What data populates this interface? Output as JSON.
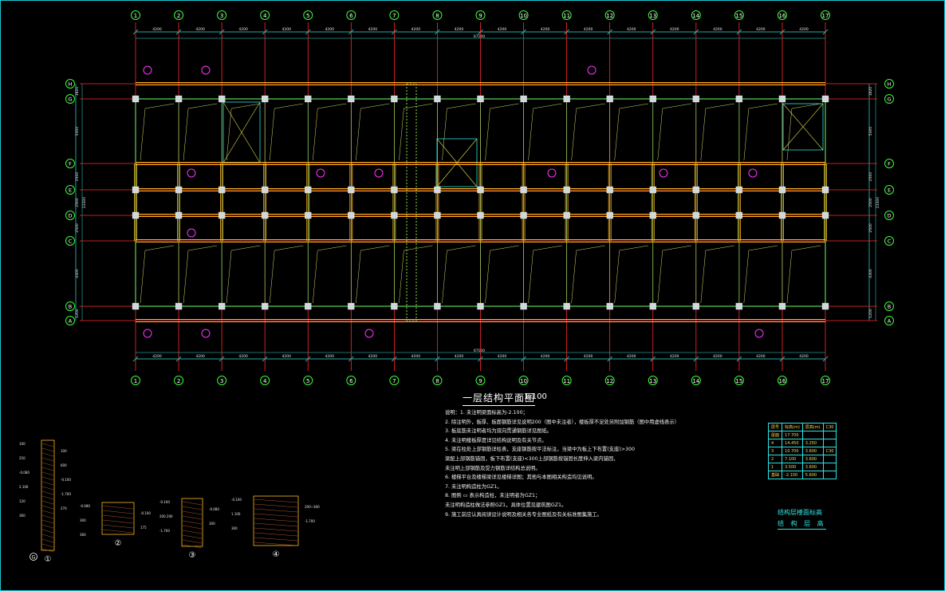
{
  "grid": {
    "cols": [
      "1",
      "2",
      "3",
      "4",
      "5",
      "6",
      "7",
      "8",
      "9",
      "10",
      "11",
      "12",
      "13",
      "14",
      "15",
      "16",
      "17"
    ],
    "rows": [
      "H",
      "G",
      "F",
      "E",
      "D",
      "C",
      "B",
      "A"
    ],
    "spans": [
      "4200",
      "4200",
      "4200",
      "4200",
      "4200",
      "4200",
      "4200",
      "4200",
      "4200",
      "4200",
      "4200",
      "4200",
      "4200",
      "4200",
      "4200",
      "4200"
    ],
    "total": "67100",
    "left_dims": [
      "1820",
      "5300",
      "2500",
      "2500",
      "2500",
      "4300",
      "1200"
    ],
    "left_total": "23300"
  },
  "title": "一层结构平面图",
  "scale": "1:100",
  "notes": [
    "说明：1. 未注明梁面标高为-2.100；",
    "2. 除注明外，板厚、板面钢筋详见说明200（图中未注者），楼板厚不足处另附加钢筋（图中用虚线表示）。",
    "3. 板底筋未注明者均为双向贯通钢筋详见图纸。",
    "4. 未注明楼板厚度详见结构说明及有关节点。",
    "5. 梁在柱处上部钢筋详柱表，支座钢筋按平法标注，当梁中为板上下布置(支座)>300",
    "   梁配上部钢筋锚固，板下布置(支座)<300上部钢筋按锚固长度伸入梁内锚固，",
    "   未注明上部钢筋及受力钢筋详结构总说明。",
    "6. 楼梯平台及楼梯梁详见楼梯详图；其他与本图相关构造均见说明。",
    "7. 未注明构造柱为GZ1。",
    "8. 图例 ▭ 表示构造柱，未注明者为GZ1；",
    "   未注明构造柱做法参照GZ1，具体位置见建筑图GZ1。",
    "9. 施工前应认真阅读设计说明及相关各专业图纸及有关标准图集施工。"
  ],
  "legend": {
    "head": [
      "层号",
      "标高(m)",
      "层高(m)"
    ],
    "rows": [
      [
        "屋面",
        "17.700",
        ""
      ],
      [
        "4",
        "14.450",
        "3.250"
      ],
      [
        "3",
        "10.700",
        "3.600"
      ],
      [
        "2",
        "7.100",
        "3.600"
      ],
      [
        "1",
        "3.500",
        "3.600"
      ],
      [
        "基础",
        "-2.100",
        "5.600"
      ]
    ],
    "side": [
      "C30",
      "C30"
    ],
    "label1": "结构层楼面标高",
    "label2": "结 构 层 高"
  },
  "sections": [
    {
      "mark": "①",
      "sub": "G"
    },
    {
      "mark": "②",
      "sub": ""
    },
    {
      "mark": "③",
      "sub": ""
    },
    {
      "mark": "④",
      "sub": ""
    }
  ],
  "section_texts": {
    "s1": [
      "100",
      "100",
      "250",
      "600",
      "-0.080",
      "-0.100",
      "2.100",
      "-1.700",
      "120",
      "270",
      "360"
    ],
    "s2": [
      "-0.080",
      "-0.100",
      "300",
      "175",
      "360"
    ],
    "s3": [
      "-0.100",
      "-0.080",
      "200 200",
      "300",
      "-1.700"
    ],
    "s4": [
      "-0.100",
      "200~300",
      "1.100",
      "-1.700",
      "300"
    ]
  },
  "colors": {
    "grid_axis": "#ff2a2a",
    "beam": "#ffb820",
    "wall": "#6cff6c",
    "dimension": "#2fe3e3",
    "bubble": "#37ff37",
    "note": "#ffffff",
    "tag": "#ff33ff"
  }
}
